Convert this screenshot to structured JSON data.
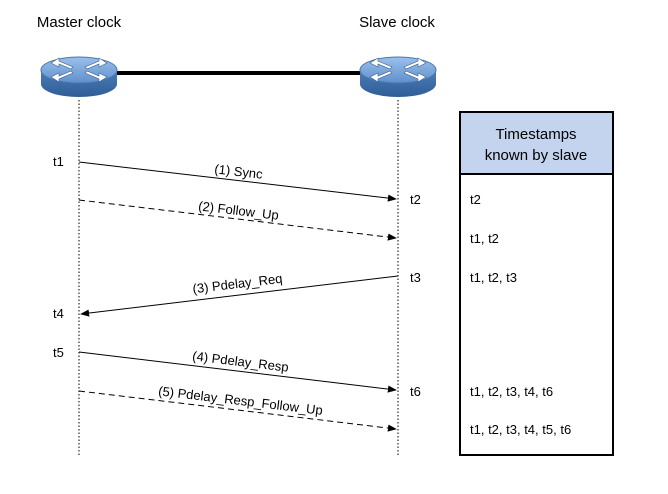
{
  "diagram": {
    "headers": {
      "master": "Master clock",
      "slave": "Slave clock"
    },
    "master_times": [
      "t1",
      "t4",
      "t5"
    ],
    "slave_times": [
      "t2",
      "t3",
      "t6"
    ],
    "messages": [
      {
        "label": "(1) Sync",
        "style": "solid"
      },
      {
        "label": "(2) Follow_Up",
        "style": "dashed"
      },
      {
        "label": "(3) Pdelay_Req",
        "style": "solid"
      },
      {
        "label": "(4) Pdelay_Resp",
        "style": "solid"
      },
      {
        "label": "(5) Pdelay_Resp_Follow_Up",
        "style": "dashed"
      }
    ],
    "timestamps_box": {
      "title_line1": "Timestamps",
      "title_line2": "known by slave",
      "rows": [
        "t2",
        "t1, t2",
        "t1, t2, t3",
        "t1, t2, t3, t4, t6",
        "t1, t2, t3, t4, t5, t6"
      ]
    },
    "colors": {
      "box_header": "#c5d4ee",
      "router": "#6f9fd6",
      "line": "#000000"
    }
  }
}
